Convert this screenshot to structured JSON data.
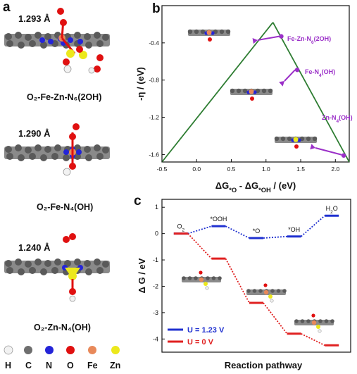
{
  "panels": {
    "a": {
      "label": "a"
    },
    "b": {
      "label": "b"
    },
    "c": {
      "label": "c"
    }
  },
  "panel_a": {
    "structures": [
      {
        "bond_length": "1.293 Å",
        "caption": "O₂-Fe-Zn-N₆(2OH)"
      },
      {
        "bond_length": "1.290 Å",
        "caption": "O₂-Fe-N₄(OH)"
      },
      {
        "bond_length": "1.240 Å",
        "caption": "O₂-Zn-N₄(OH)"
      }
    ],
    "atom_legend": [
      {
        "symbol": "H",
        "color": "#f2f2f2"
      },
      {
        "symbol": "C",
        "color": "#6e6e6e"
      },
      {
        "symbol": "N",
        "color": "#2424d8"
      },
      {
        "symbol": "O",
        "color": "#e01010"
      },
      {
        "symbol": "Fe",
        "color": "#e8895a"
      },
      {
        "symbol": "Zn",
        "color": "#ece81c"
      }
    ]
  },
  "chart_data": [
    {
      "type": "volcano",
      "panel": "b",
      "xlabel": "ΔG*O - ΔG*OH / (eV)",
      "ylabel": "-η / (eV)",
      "xlim": [
        -0.5,
        2.2
      ],
      "ylim": [
        -1.68,
        0
      ],
      "xticks": [
        -0.5,
        0.0,
        0.5,
        1.0,
        1.5,
        2.0
      ],
      "yticks": [
        -0.4,
        -0.8,
        -1.2,
        -1.6
      ],
      "volcano_peak": {
        "x": 1.1,
        "y": -0.18
      },
      "line_color": "#2e7d32",
      "points": [
        {
          "label": "Fe-Zn-N₆(2OH)",
          "x": 1.22,
          "y": -0.33
        },
        {
          "label": "Fe-N₄(OH)",
          "x": 1.45,
          "y": -0.69
        },
        {
          "label": "Zn-N₄(OH)",
          "x": 2.12,
          "y": -1.61
        }
      ],
      "point_color": "#9b30c8"
    },
    {
      "type": "line",
      "panel": "c",
      "xlabel": "Reaction pathway",
      "ylabel": "Δ G / eV",
      "ylim": [
        -4.5,
        1.3
      ],
      "yticks": [
        1,
        0,
        -1,
        -2,
        -3,
        -4
      ],
      "categories": [
        "O₂",
        "*OOH",
        "*O",
        "*OH",
        "H₂O"
      ],
      "series": [
        {
          "name": "U = 1.23 V",
          "color": "#1f30d0",
          "values": [
            0,
            0.28,
            -0.17,
            -0.11,
            0.68
          ]
        },
        {
          "name": "U = 0 V",
          "color": "#e02020",
          "values": [
            0,
            -0.95,
            -2.63,
            -3.8,
            -4.24
          ]
        }
      ]
    }
  ]
}
